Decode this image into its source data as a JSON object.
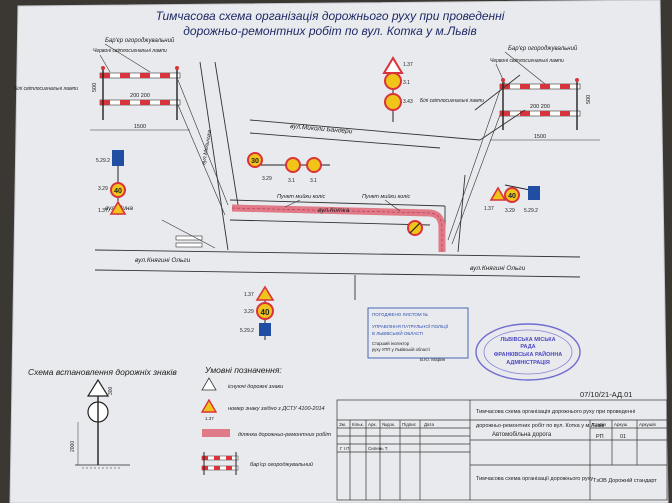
{
  "title_line1": "Тимчасова   схема організація дорожнього руху при проведенні",
  "title_line2": "дорожньо-ремонтних робіт по вул. Котка   у м.Львів",
  "barrier_left": {
    "label": "Бар'єр огороджувальний",
    "red_lamp": "Червоні світлосигнальні лампи",
    "white_lamp": "Білі світлосигнальні лампи",
    "dim_spacing": "200  200",
    "dim_width": "1500",
    "dim_height": "500"
  },
  "barrier_right": {
    "label": "Бар'єр огороджувальний",
    "red_lamp": "Червоні світлосигнальні лампи",
    "white_lamp": "Білі світлосигнальні лампи",
    "dim_spacing": "200  200",
    "dim_width": "1500",
    "dim_height": "500"
  },
  "streets": {
    "banderi": "вул.Миколи Бандери",
    "kotka": "вул.Котка",
    "myha": "вул.Мина",
    "knyazia_olhy_left": "вул.Княгині Ольги",
    "knyazia_olhy_right": "вул.Княгині Ольги",
    "vertical": "вул.Мельника"
  },
  "labels": {
    "point_left": "Пункт мийки коліс",
    "point_right": "Пункт мийки коліс"
  },
  "signs": {
    "top_codes": [
      "1.37",
      "3.43",
      "3.1"
    ],
    "mid_codes": [
      "3.29",
      "3.1",
      "3.1"
    ],
    "left_codes": [
      "5.29.2",
      "3.29",
      "1.37"
    ],
    "right_codes": [
      "1.37",
      "3.29",
      "5.29.2"
    ],
    "bottom_codes": [
      "1.37",
      "3.29",
      "5.29.2"
    ],
    "speed": "40",
    "speed_small": "30"
  },
  "schema_title": "Схема встановлення дорожніх знаків",
  "schema_dims": {
    "h1": "2000",
    "h2": "300"
  },
  "legend": {
    "title": "Умовні позначення:",
    "items": [
      "існуючі дорожні знаки",
      "номер знаку згідно з ДСТУ 4100-2014",
      "ділянка дорожньо-ремонтних робіт",
      "бар'єр огороджувальний"
    ],
    "sample_code": "1.37"
  },
  "stamps": {
    "blue_lines": [
      "ПОГОДЖЕНО ЛИСТОМ №",
      "УПРАВЛІННЯ ПАТРУЛЬНОЇ ПОЛІЦІЇ",
      "В ЛЬВІВСЬКІЙ ОБЛАСТІ",
      "Старший інспектор",
      "руху УПП у Львівській області",
      "В.Ю. Марин"
    ],
    "round_lines": [
      "ЛЬВІВСЬКА МІСЬКА",
      "РАДА",
      "ФРАНКІВСЬКА РАЙОННА",
      "АДМІНІСТРАЦІЯ"
    ]
  },
  "title_block": {
    "code": "07/10/21-АД.01",
    "project": "Тимчасова  схема організація дорожнього руху при проведенні",
    "project2": "дорожньо-ремонтних робіт по вул. Котка   у м.Львів",
    "headers": [
      "Зм.",
      "Кільк.",
      "Арк.",
      "№док.",
      "Підпис",
      "Дата"
    ],
    "role_gip": "Г І П",
    "person": "Сипень Т.",
    "section": "Автомобільна дорога",
    "stage_headers": [
      "Стадія",
      "Аркуш",
      "Аркушів"
    ],
    "stage_values": [
      "РП",
      "01",
      ""
    ],
    "sheet_name": "Тимчасова схема організації дорожнього руху",
    "org": "ТзОВ Дорожній стандарт"
  }
}
